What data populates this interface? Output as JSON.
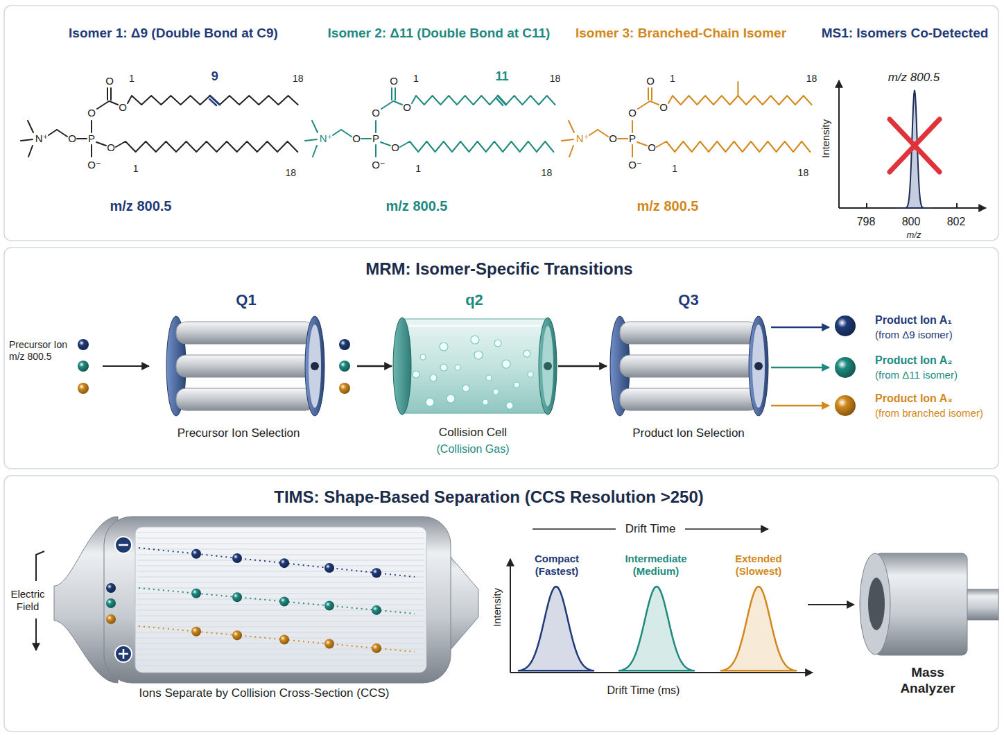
{
  "diagram": {
    "nodes": [
      {
        "text": [
          "Q1",
          "Precursor Ion Selection"
        ]
      },
      {
        "text": [
          "q2",
          "Collision Cell",
          "(Collision Gas)"
        ]
      },
      {
        "text": [
          "Q3",
          "Product Ion Selection"
        ]
      },
      {
        "text": [
          "Product Ion A₁",
          "(from Δ9 isomer)"
        ]
      },
      {
        "text": [
          "Product Ion A₂",
          "(from Δ11 isomer)"
        ]
      },
      {
        "text": [
          "Product Ion A₃",
          "(from branched isomer)"
        ]
      },
      {
        "text": [
          "Mass Analyzer"
        ]
      }
    ],
    "edges": [
      {
        "from": 0,
        "to": 1,
        "arrow": "to"
      },
      {
        "from": 1,
        "to": 2,
        "arrow": "to"
      },
      {
        "from": 2,
        "to": 3,
        "arrow": "to"
      },
      {
        "from": 2,
        "to": 4,
        "arrow": "to"
      },
      {
        "from": 2,
        "to": 5,
        "arrow": "to"
      }
    ],
    "labels": [
      "Isomer 1: Δ9 (Double Bond at C9)",
      "O",
      "O",
      "O",
      "P",
      "O",
      "O",
      "O⁻",
      "N⁺",
      "1",
      "9",
      "18",
      "1",
      "18",
      "m/z 800.5",
      "Isomer 2: Δ11 (Double Bond at C11)",
      "O",
      "O",
      "O",
      "P",
      "O",
      "O",
      "O⁻",
      "N⁺",
      "1",
      "11",
      "18",
      "1",
      "18",
      "m/z 800.5",
      "Isomer 3: Branched-Chain Isomer",
      "O",
      "O",
      "O",
      "P",
      "O",
      "O",
      "O⁻",
      "N⁺",
      "1",
      "18",
      "1",
      "18",
      "m/z 800.5",
      "MS1: Isomers Co-Detected",
      "m/z 800.5",
      "Intensity",
      "798",
      "800",
      "802",
      "m/z",
      "MRM: Isomer-Specific Transitions",
      "Precursor Ion m/z 800.5",
      "TIMS: Shape-Based Separation (CCS Resolution >250)",
      "Electric Field",
      "Drift Time",
      "Intensity",
      "Compact (Fastest)",
      "Intermediate (Medium)",
      "Extended (Slowest)",
      "Drift Time (ms)",
      "Ions Separate by Collision Cross-Section (CCS)"
    ]
  }
}
